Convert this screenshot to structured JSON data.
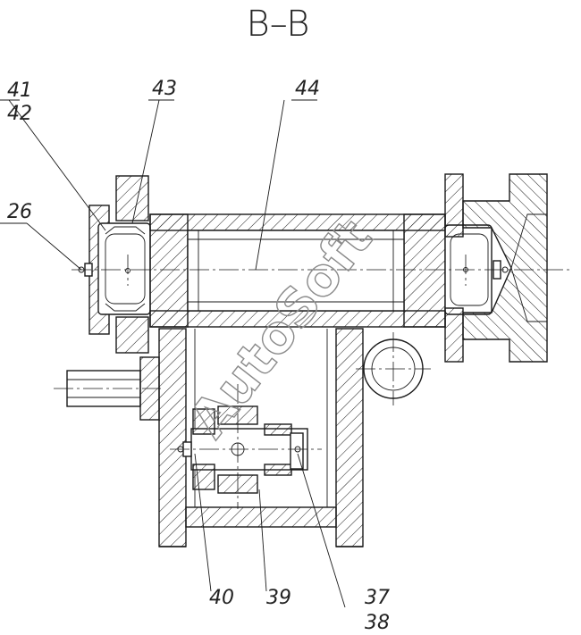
{
  "section_title": "B–B",
  "callouts": {
    "c41": "41",
    "c42": "42",
    "c43": "43",
    "c44": "44",
    "c26": "26",
    "c40": "40",
    "c39": "39",
    "c37": "37",
    "c38": "38"
  },
  "watermark": "AutoSoft"
}
